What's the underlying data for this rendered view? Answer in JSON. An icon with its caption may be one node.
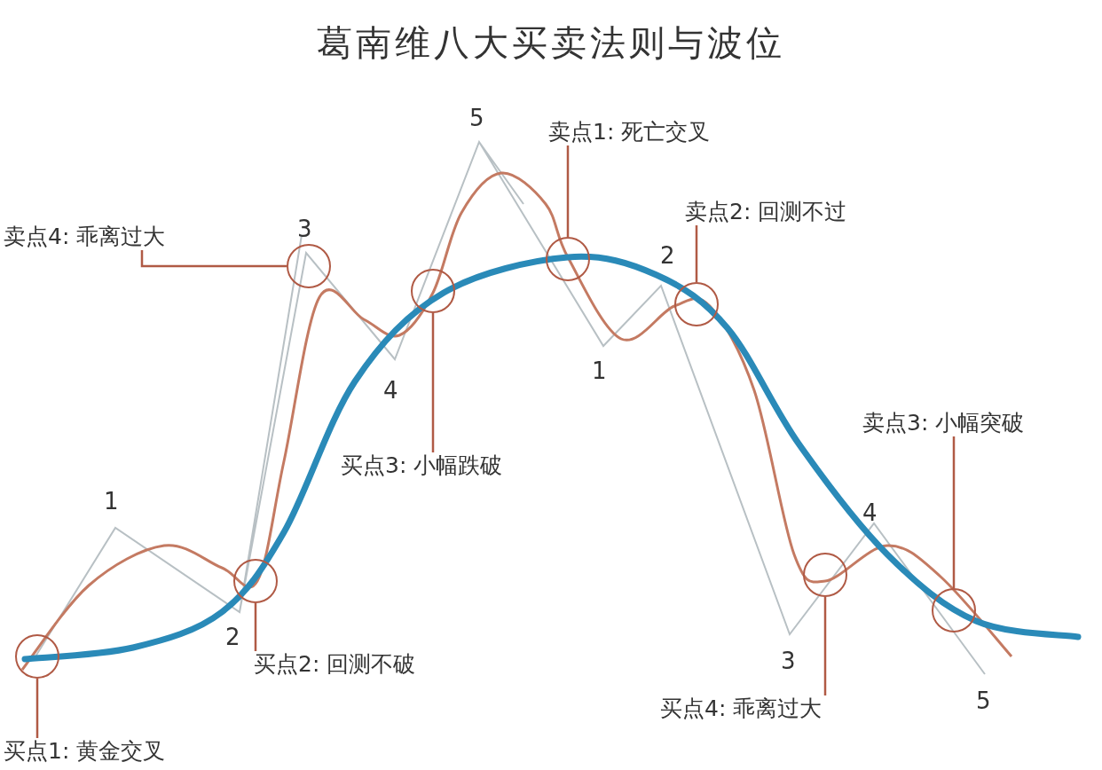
{
  "diagram": {
    "title": "葛南维八大买卖法则与波位",
    "nodes": [
      {
        "text": [
          "卖点1: 死亡交叉"
        ]
      },
      {
        "text": [
          "卖点2: 回测不过"
        ]
      },
      {
        "text": [
          "卖点4: 乖离过大"
        ]
      },
      {
        "text": [
          "卖点3: 小幅突破"
        ]
      },
      {
        "text": [
          "买点3: 小幅跌破"
        ]
      },
      {
        "text": [
          "买点2: 回测不破"
        ]
      },
      {
        "text": [
          "买点4: 乖离过大"
        ]
      },
      {
        "text": [
          "买点1: 黄金交叉"
        ]
      },
      {
        "text": [],
        "shape": "circle"
      },
      {
        "text": [],
        "shape": "circle"
      },
      {
        "text": [],
        "shape": "circle"
      },
      {
        "text": [],
        "shape": "circle"
      },
      {
        "text": [],
        "shape": "circle"
      },
      {
        "text": [],
        "shape": "circle"
      },
      {
        "text": [],
        "shape": "circle"
      },
      {
        "text": [],
        "shape": "circle"
      }
    ],
    "edges": [
      {
        "from": 7,
        "to": 8,
        "arrow": "none"
      },
      {
        "from": 5,
        "to": 9,
        "arrow": "none"
      },
      {
        "from": 2,
        "to": 10,
        "arrow": "none"
      },
      {
        "from": 4,
        "to": 11,
        "arrow": "none"
      },
      {
        "from": 0,
        "to": 12,
        "arrow": "none"
      },
      {
        "from": 1,
        "to": 13,
        "arrow": "none"
      },
      {
        "from": 6,
        "to": 14,
        "arrow": "none"
      },
      {
        "from": 3,
        "to": 15,
        "arrow": "none"
      }
    ],
    "labels": [
      "1",
      "2",
      "3",
      "4",
      "5",
      "1",
      "2",
      "3",
      "4",
      "5"
    ]
  }
}
